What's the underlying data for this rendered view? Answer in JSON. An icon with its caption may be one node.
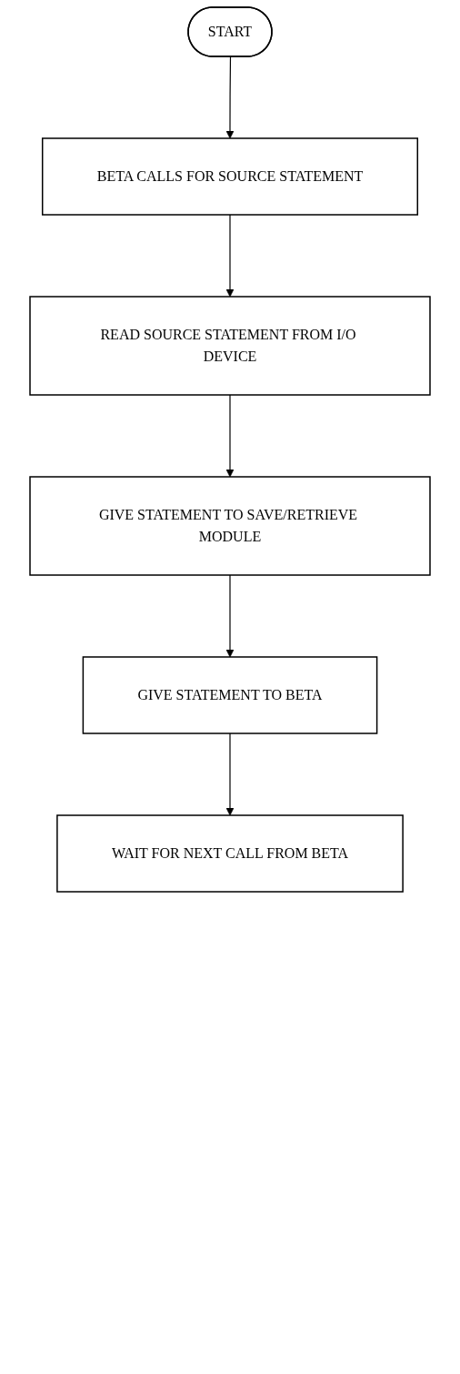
{
  "diagram": {
    "nodes": [
      {
        "text": [
          "START"
        ]
      },
      {
        "text": [
          "BETA CALLS FOR SOURCE STATEMENT"
        ]
      },
      {
        "text": [
          "READ SOURCE STATEMENT FROM I/O DEVICE"
        ]
      },
      {
        "text": [
          "GIVE STATEMENT TO SAVE/RETRIEVE MODULE"
        ]
      },
      {
        "text": [
          "GIVE STATEMENT TO BETA"
        ]
      },
      {
        "text": [
          "WAIT FOR NEXT CALL FROM BETA"
        ]
      }
    ],
    "edges": [
      {
        "from": 0,
        "to": 1,
        "arrow": "to"
      },
      {
        "from": 1,
        "to": 2,
        "arrow": "to"
      },
      {
        "from": 2,
        "to": 3,
        "arrow": "to"
      },
      {
        "from": 3,
        "to": 4,
        "arrow": "to"
      },
      {
        "from": 4,
        "to": 5,
        "arrow": "to"
      }
    ]
  }
}
